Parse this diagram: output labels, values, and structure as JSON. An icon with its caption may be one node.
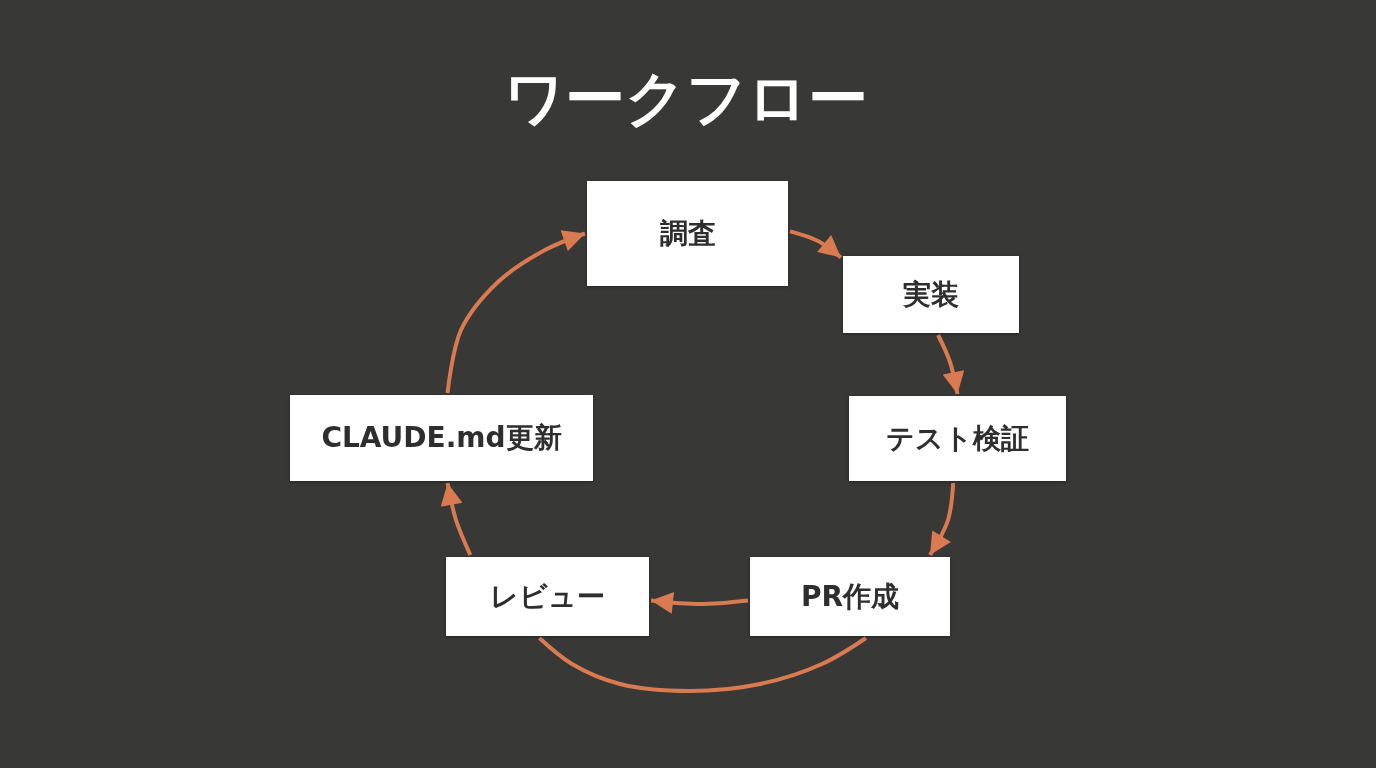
{
  "diagram": {
    "title": "ワークフロー",
    "nodes": [
      {
        "text": [
          "調査"
        ]
      },
      {
        "text": [
          "実装"
        ]
      },
      {
        "text": [
          "テスト検証"
        ]
      },
      {
        "text": [
          "PR作成"
        ]
      },
      {
        "text": [
          "レビュー"
        ]
      },
      {
        "text": [
          "CLAUDE.md更新"
        ]
      }
    ],
    "edges": [
      {
        "from": 0,
        "to": 1,
        "arrow": "to"
      },
      {
        "from": 1,
        "to": 2,
        "arrow": "to"
      },
      {
        "from": 2,
        "to": 3,
        "arrow": "to"
      },
      {
        "from": 3,
        "to": 4,
        "arrow": "to"
      },
      {
        "from": 3,
        "to": 4,
        "arrow": "none"
      },
      {
        "from": 4,
        "to": 5,
        "arrow": "to"
      },
      {
        "from": 5,
        "to": 0,
        "arrow": "to"
      }
    ]
  }
}
